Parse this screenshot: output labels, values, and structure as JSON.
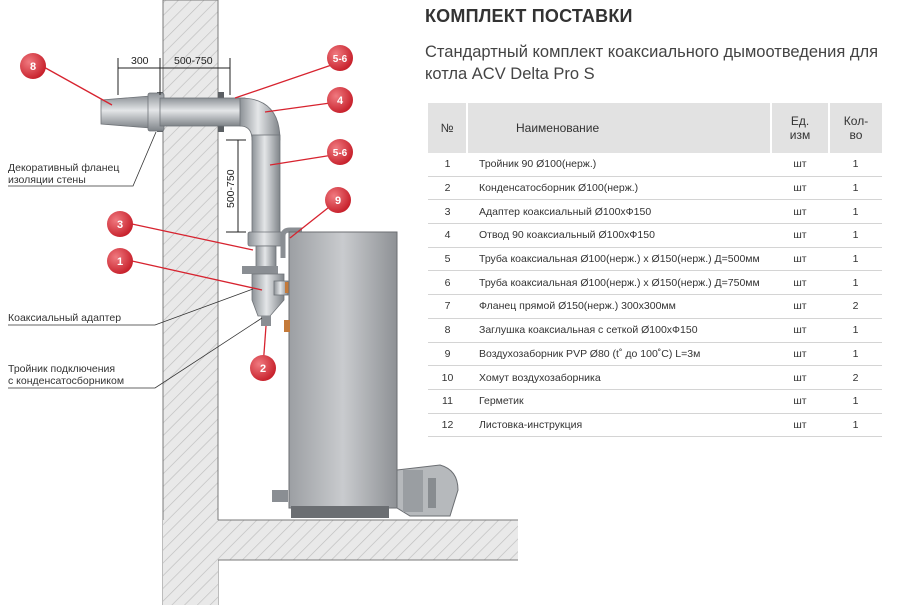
{
  "heading": "КОМПЛЕКТ ПОСТАВКИ",
  "subheading": "Стандартный комплект коаксиального дымоотведения для котла ACV Delta Pro S",
  "table": {
    "headers": {
      "num": "№",
      "name": "Наименование",
      "unit": "Ед. изм",
      "qty": "Кол-во"
    },
    "rows": [
      {
        "num": "1",
        "name": "Тройник 90 Ø100(нерж.)",
        "unit": "шт",
        "qty": "1"
      },
      {
        "num": "2",
        "name": "Конденсатосборник Ø100(нерж.)",
        "unit": "шт",
        "qty": "1"
      },
      {
        "num": "3",
        "name": "Адаптер коаксиальный Ø100хФ150",
        "unit": "шт",
        "qty": "1"
      },
      {
        "num": "4",
        "name": "Отвод 90 коаксиальный Ø100хФ150",
        "unit": "шт",
        "qty": "1"
      },
      {
        "num": "5",
        "name": "Труба коаксиальная Ø100(нерж.) х Ø150(нерж.) Д=500мм",
        "unit": "шт",
        "qty": "1"
      },
      {
        "num": "6",
        "name": "Труба коаксиальная Ø100(нерж.) х Ø150(нерж.) Д=750мм",
        "unit": "шт",
        "qty": "1"
      },
      {
        "num": "7",
        "name": "Фланец прямой Ø150(нерж.) 300х300мм",
        "unit": "шт",
        "qty": "2"
      },
      {
        "num": "8",
        "name": "Заглушка коаксиальная с сеткой Ø100хФ150",
        "unit": "шт",
        "qty": "1"
      },
      {
        "num": "9",
        "name": "Воздухозаборник PVP Ø80 (t˚ до 100˚С) L=3м",
        "unit": "шт",
        "qty": "1"
      },
      {
        "num": "10",
        "name": "Хомут воздухозаборника",
        "unit": "шт",
        "qty": "2"
      },
      {
        "num": "11",
        "name": "Герметик",
        "unit": "шт",
        "qty": "1"
      },
      {
        "num": "12",
        "name": "Листовка-инструкция",
        "unit": "шт",
        "qty": "1"
      }
    ]
  },
  "dimensions": {
    "wall_offset": "300",
    "horizontal_run": "500-750",
    "vertical_run": "500-750"
  },
  "labels": {
    "flange": "Декоративный фланец изоляции стены",
    "adapter": "Коаксиальный адаптер",
    "tee": "Тройник подключения с конденсатосборником"
  },
  "markers": {
    "m1": "1",
    "m2": "2",
    "m3": "3",
    "m4": "4",
    "m9": "9",
    "m8": "8",
    "m56a": "5-6",
    "m56b": "5-6"
  },
  "colors": {
    "accent": "#d7232f",
    "table_header": "#e2e2e2",
    "wall_fill": "#e8e8e8",
    "pipe": "#a9adb2"
  }
}
